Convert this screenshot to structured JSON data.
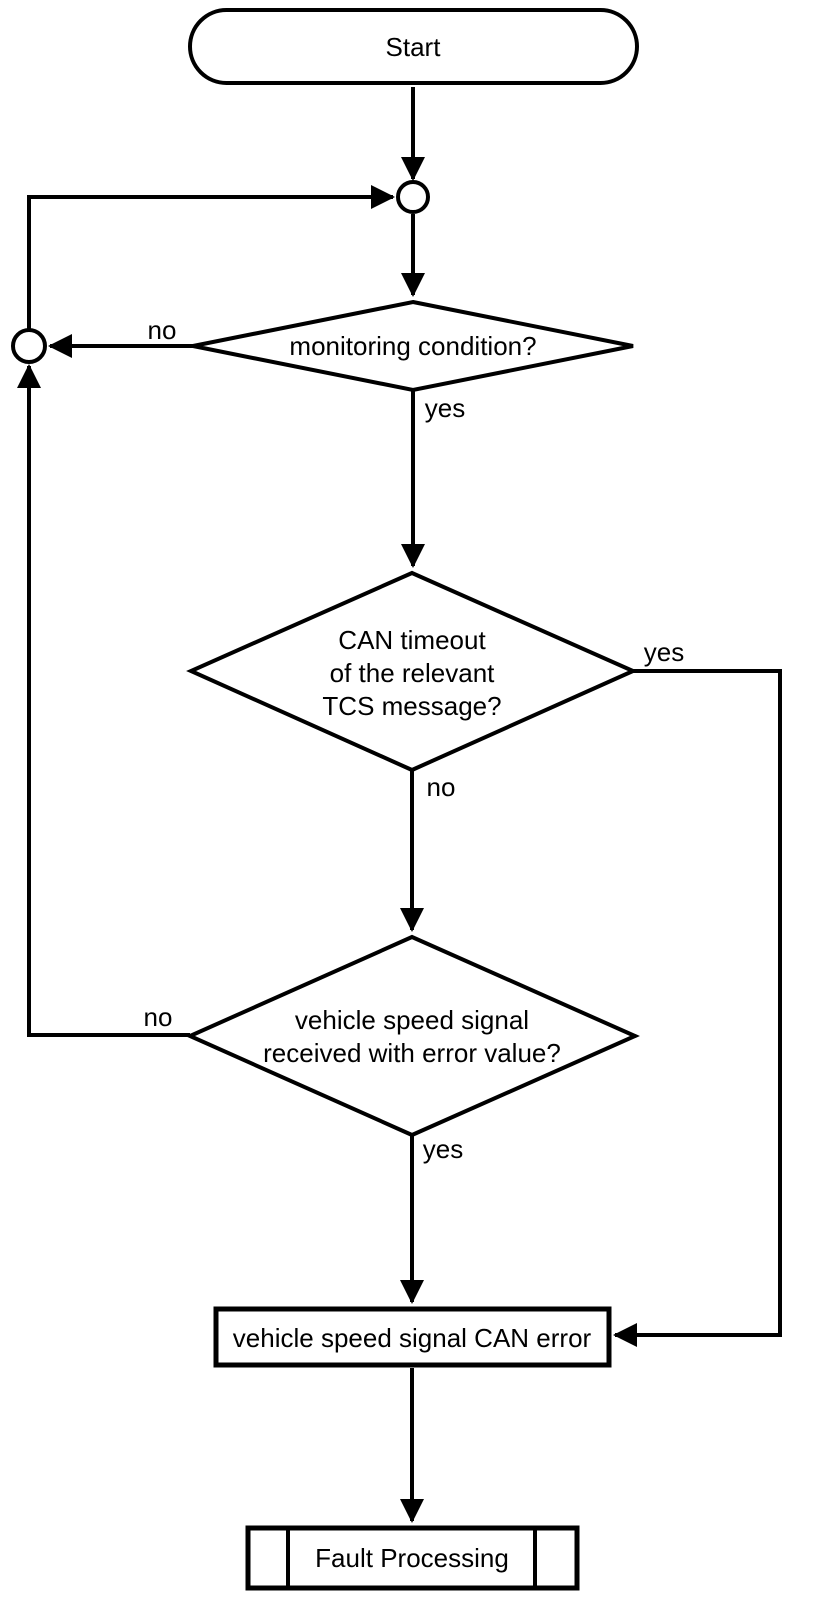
{
  "flowchart": {
    "colors": {
      "stroke": "#000000",
      "fill": "#ffffff"
    },
    "nodes": {
      "start": {
        "label": "Start"
      },
      "decision_monitoring": {
        "label": "monitoring condition?"
      },
      "decision_can_timeout": {
        "line1": "CAN timeout",
        "line2": "of the relevant",
        "line3": "TCS message?"
      },
      "decision_speed_signal": {
        "line1": "vehicle speed signal",
        "line2": "received with error value?"
      },
      "process_can_error": {
        "label": "vehicle speed signal CAN error"
      },
      "predefined_fault": {
        "label": "Fault Processing"
      }
    },
    "edge_labels": {
      "monitoring_no": "no",
      "monitoring_yes": "yes",
      "timeout_yes": "yes",
      "timeout_no": "no",
      "speed_no": "no",
      "speed_yes": "yes"
    }
  }
}
